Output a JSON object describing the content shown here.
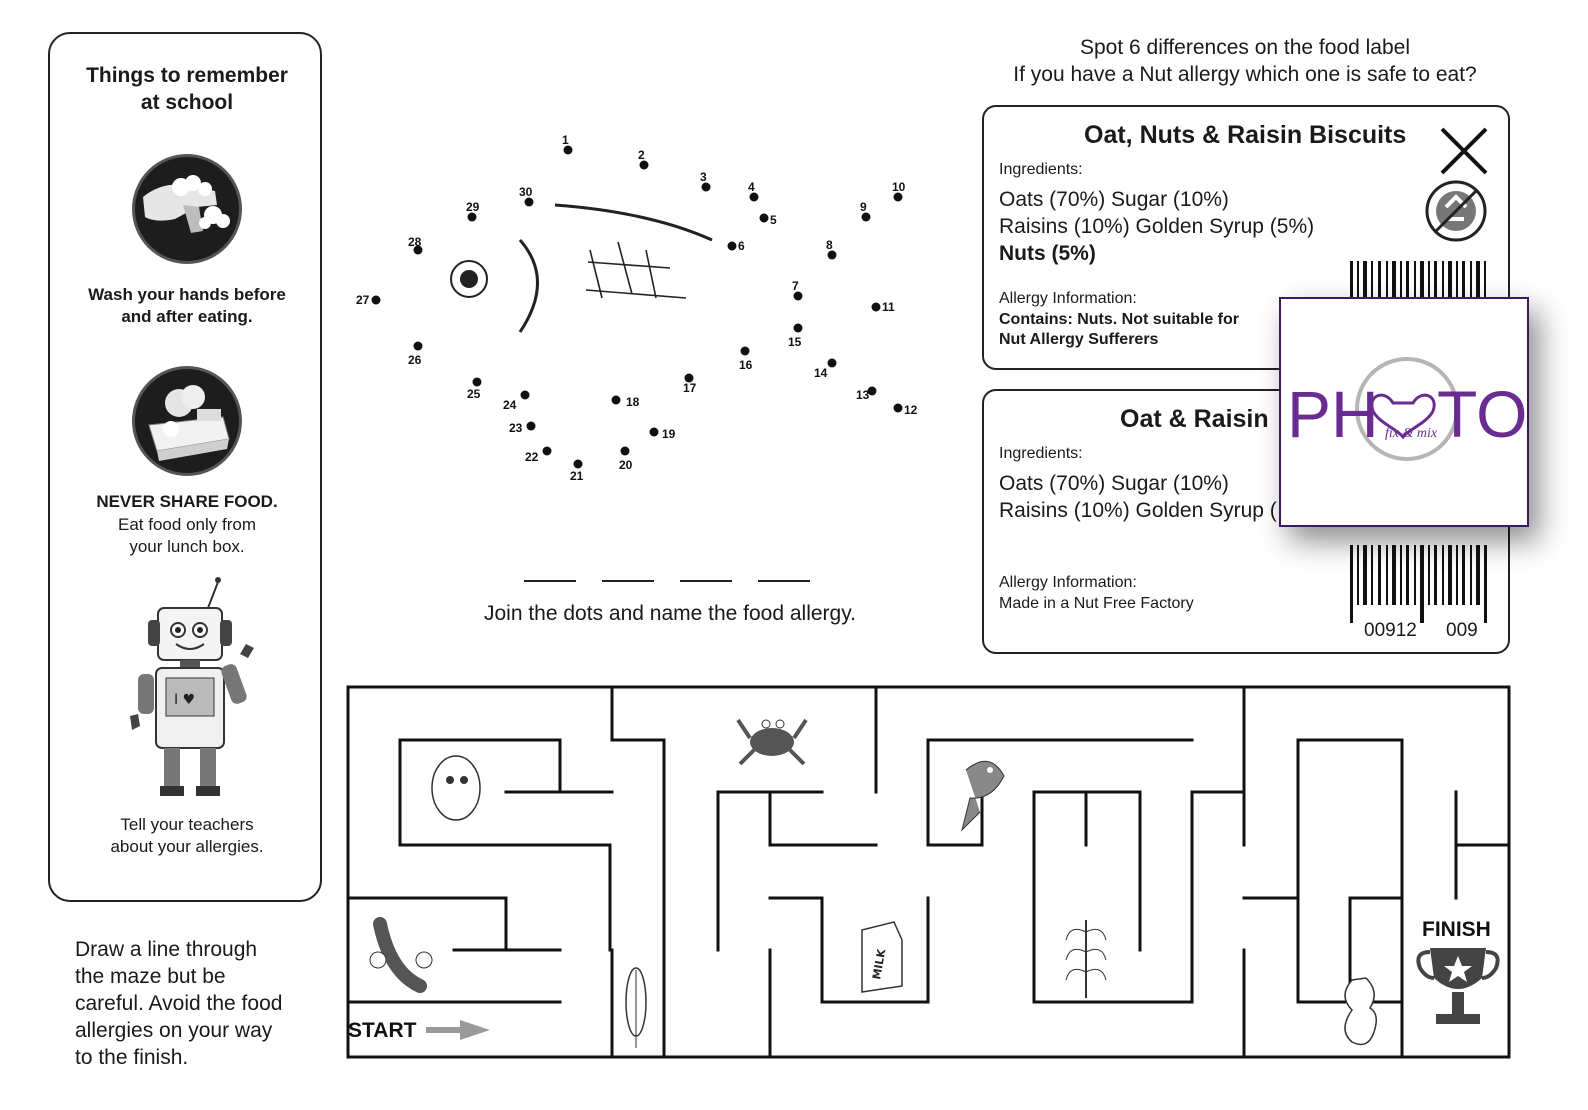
{
  "panel": {
    "title_line1": "Things to remember",
    "title_line2": "at school",
    "tip_wash_line1": "Wash your hands before",
    "tip_wash_line2": "and after eating.",
    "tip_share_bold": "NEVER SHARE FOOD.",
    "tip_share_line1": "Eat food only from",
    "tip_share_line2": "your lunch box.",
    "tip_teachers_line1": "Tell your teachers",
    "tip_teachers_line2": "about your allergies.",
    "robot_heart": "I ♥"
  },
  "maze_instructions": {
    "line1": "Draw a line through",
    "line2": "the maze but be",
    "line3": "careful. Avoid the food",
    "line4": "allergies on your way",
    "line5": "to the finish."
  },
  "dot_puzzle": {
    "caption": "Join the dots and name the food allergy.",
    "dot_numbers": [
      "1",
      "2",
      "3",
      "4",
      "5",
      "6",
      "7",
      "8",
      "9",
      "10",
      "11",
      "12",
      "13",
      "14",
      "15",
      "16",
      "17",
      "18",
      "19",
      "20",
      "21",
      "22",
      "23",
      "24",
      "25",
      "26",
      "27",
      "28",
      "29",
      "30"
    ]
  },
  "spot": {
    "line1": "Spot 6 differences on the food label",
    "line2": "If you have a Nut allergy which one is safe to eat?"
  },
  "label1": {
    "title": "Oat, Nuts & Raisin Biscuits",
    "ingredients_heading": "Ingredients:",
    "ingr_line1": "Oats (70%) Sugar (10%)",
    "ingr_line2": "Raisins (10%) Golden Syrup (5%)",
    "ingr_line3": "Nuts (5%)",
    "allergy_heading": "Allergy Information:",
    "allergy_line1": "Contains: Nuts. Not suitable for",
    "allergy_line2": "Nut Allergy Sufferers"
  },
  "label2": {
    "title": "Oat & Raisin",
    "ingredients_heading": "Ingredients:",
    "ingr_line1": "Oats (70%) Sugar (10%)",
    "ingr_line2": "Raisins (10%) Golden Syrup (",
    "allergy_heading": "Allergy Information:",
    "allergy_line1": "Made in a Nut Free Factory",
    "barcode_left": "00912",
    "barcode_right": "009"
  },
  "overlay": {
    "logo_ph": "PH",
    "logo_to": "TO",
    "logo_tagline": "fix & mix",
    "accent_color": "#6a2c91"
  },
  "maze": {
    "start_label": "START",
    "finish_label": "FINISH",
    "milk_label": "MILK"
  }
}
